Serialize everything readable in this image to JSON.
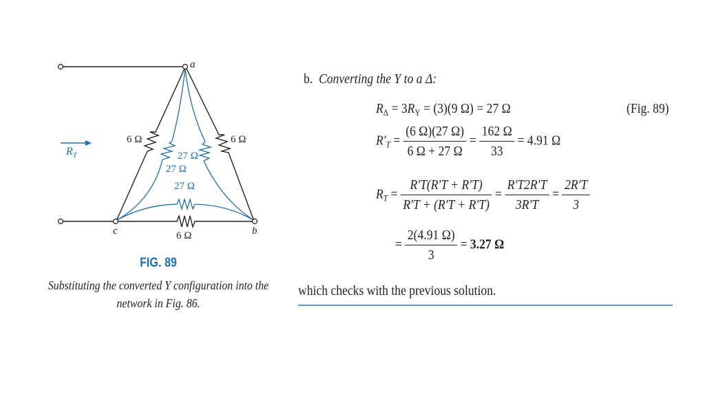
{
  "figure": {
    "label": "FIG. 89",
    "caption": "Substituting the converted Y configuration into the network in Fig. 86.",
    "colors": {
      "delta_original": "#231f20",
      "delta_converted": "#1f6fa8",
      "figure_label": "#1f6fb5"
    },
    "nodes": {
      "a": "a",
      "b": "b",
      "c": "c"
    },
    "input_label": "R",
    "input_label_sub": "T",
    "resistors": {
      "ac_original": "6 Ω",
      "ab_original": "6 Ω",
      "bc_original": "6 Ω",
      "ac_converted": "27 Ω",
      "ab_converted": "27 Ω",
      "bc_converted": "27 Ω"
    }
  },
  "solution": {
    "part_label": "b.",
    "heading": "Converting the Y to a Δ:",
    "eq1": {
      "lhs": "R",
      "lhs_sub": "Δ",
      "rhs_a": "= 3",
      "rhs_R": "R",
      "rhs_sub": "Y",
      "rhs_b": "= (3)(9 Ω) = 27 Ω",
      "ref": "(Fig. 89)"
    },
    "eq2": {
      "lhs": "R′",
      "lhs_sub": "T",
      "frac1_num": "(6 Ω)(27 Ω)",
      "frac1_den": "6 Ω + 27 Ω",
      "frac2_num": "162 Ω",
      "frac2_den": "33",
      "result": "= 4.91 Ω"
    },
    "eq3": {
      "lhs": "R",
      "lhs_sub": "T",
      "frac1_num": "R′T(R′T + R′T)",
      "frac1_den": "R′T + (R′T + R′T)",
      "frac2_num": "R′T2R′T",
      "frac2_den": "3R′T",
      "frac3_num": "2R′T",
      "frac3_den": "3"
    },
    "eq4": {
      "frac_num": "2(4.91 Ω)",
      "frac_den": "3",
      "result": "3.27 Ω"
    },
    "conclusion": "which checks with the previous solution."
  }
}
